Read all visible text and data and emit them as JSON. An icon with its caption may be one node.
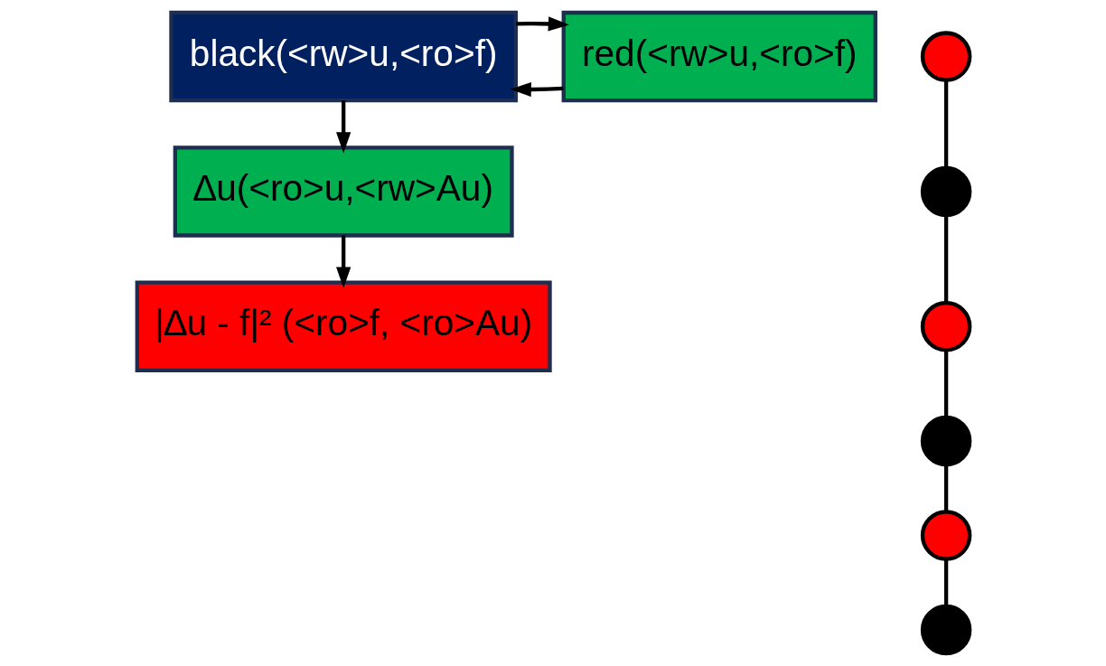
{
  "diagram": {
    "nodes": [
      {
        "text": [
          "red(<rw>u,<ro>f)"
        ]
      },
      {
        "text": [
          "black(<rw>u,<ro>f)"
        ]
      },
      {
        "text": [
          "∆u(<ro>u,<rw>Au)"
        ]
      },
      {
        "text": [
          "|∆u - f|² (<ro>f, <ro>Au)"
        ]
      },
      {
        "text": [],
        "shape": "circle"
      },
      {
        "text": [],
        "shape": "circle"
      },
      {
        "text": [],
        "shape": "circle"
      },
      {
        "text": [],
        "shape": "circle"
      },
      {
        "text": [],
        "shape": "circle"
      },
      {
        "text": [],
        "shape": "circle"
      }
    ],
    "edges": [
      {
        "from": 0,
        "to": 1,
        "arrow": "to"
      },
      {
        "from": 1,
        "to": 0,
        "arrow": "to"
      },
      {
        "from": 1,
        "to": 2,
        "arrow": "to"
      },
      {
        "from": 2,
        "to": 3,
        "arrow": "to"
      },
      {
        "from": 4,
        "to": 5,
        "arrow": "none"
      },
      {
        "from": 5,
        "to": 6,
        "arrow": "none"
      },
      {
        "from": 6,
        "to": 7,
        "arrow": "none"
      },
      {
        "from": 7,
        "to": 8,
        "arrow": "none"
      },
      {
        "from": 8,
        "to": 9,
        "arrow": "none"
      }
    ]
  }
}
